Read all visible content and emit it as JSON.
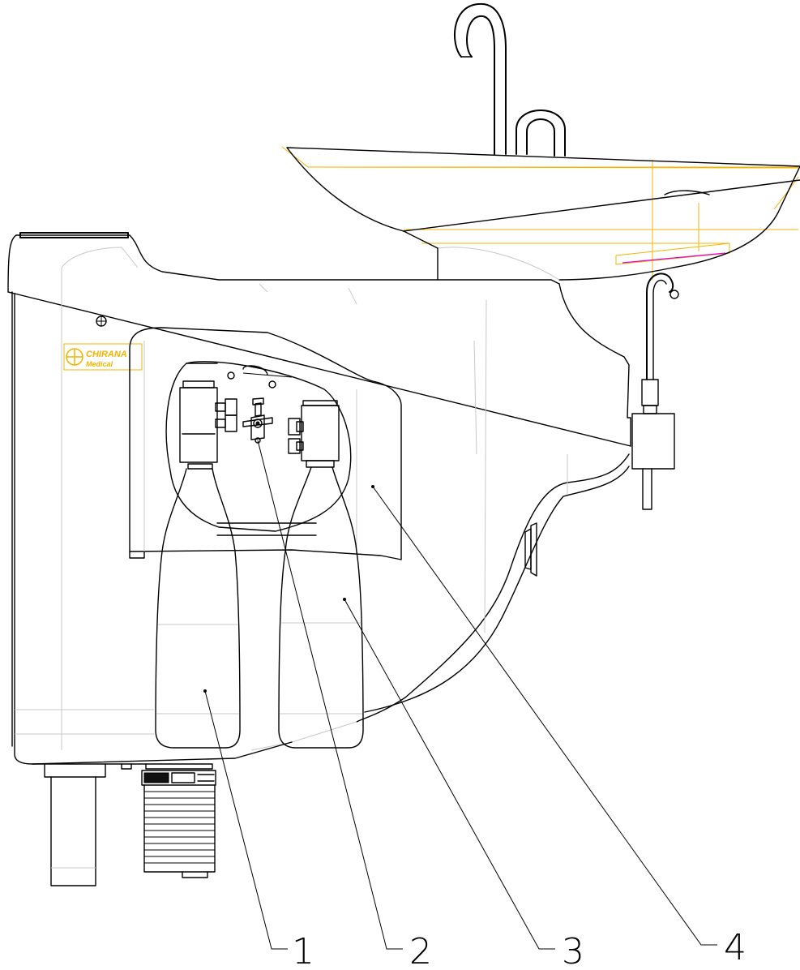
{
  "logo": {
    "brand": "CHIRANA",
    "sub": "Medical",
    "color": "#f2b400"
  },
  "callouts": [
    {
      "number": "1",
      "part": "left-bottle"
    },
    {
      "number": "2",
      "part": "valve-block"
    },
    {
      "number": "3",
      "part": "right-bottle"
    },
    {
      "number": "4",
      "part": "front-cover"
    }
  ],
  "colors": {
    "outline": "#000000",
    "hidden_lines": "#c8c8c8",
    "spittoon_construction": "#f2b400",
    "highlight": "#e000e0"
  }
}
